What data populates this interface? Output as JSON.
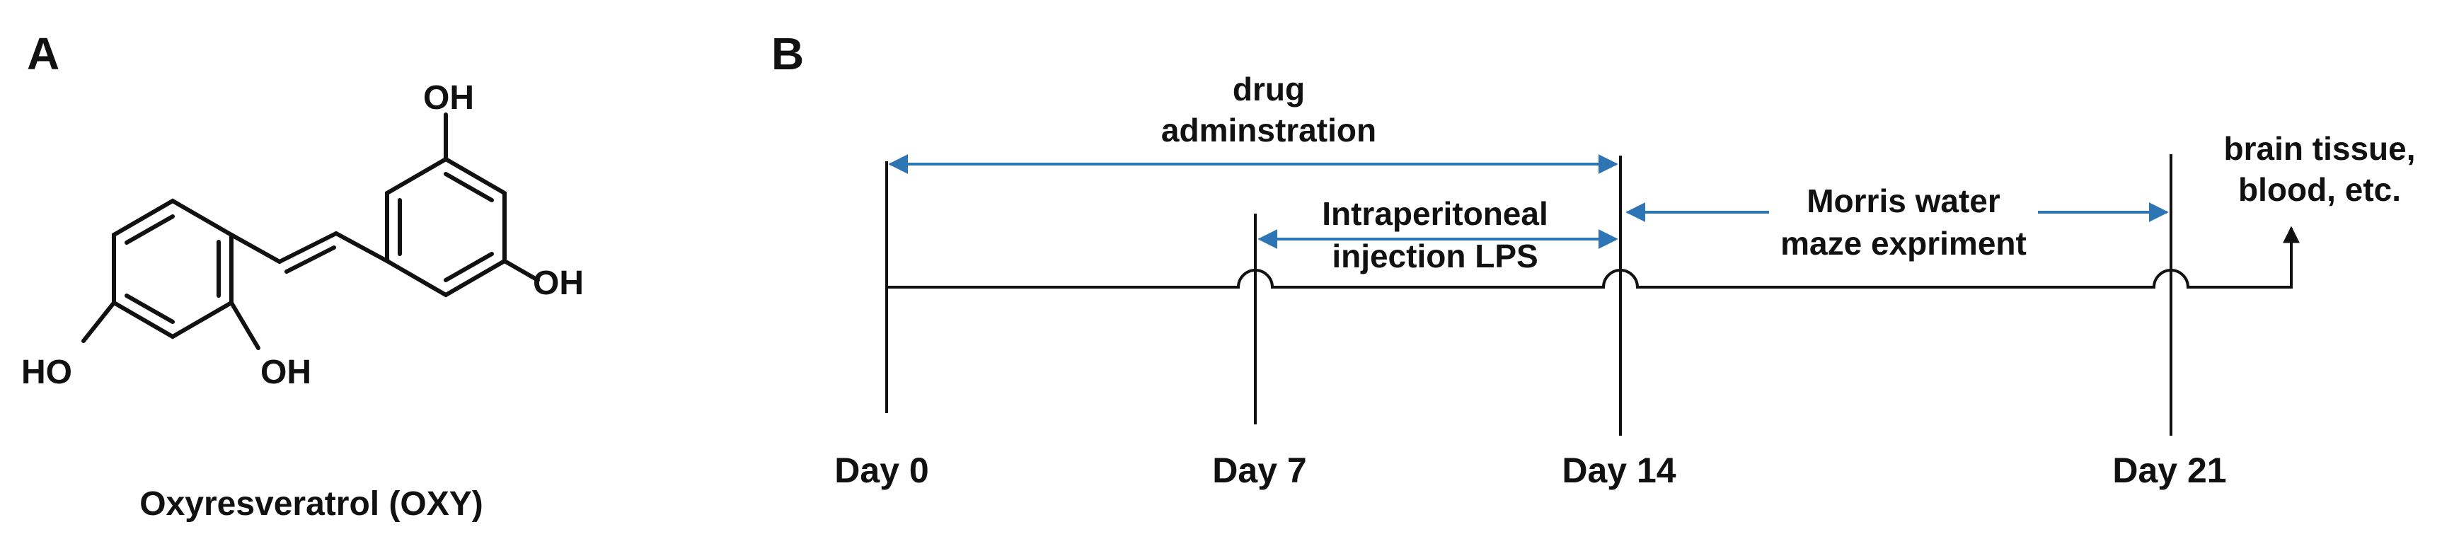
{
  "colors": {
    "ink": "#111111",
    "span_arrow": "#2e75b6"
  },
  "panel_a": {
    "label": "A",
    "atoms": {
      "oh_top": "OH",
      "oh_right": "OH",
      "ho_left": "HO",
      "oh_bottom": "OH"
    },
    "compound_name": "Oxyresveratrol (OXY)"
  },
  "panel_b": {
    "label": "B",
    "days": [
      "Day 0",
      "Day 7",
      "Day 14",
      "Day 21"
    ],
    "spans": {
      "drug": {
        "line1": "drug",
        "line2": "adminstration"
      },
      "lps": {
        "line1": "Intraperitoneal",
        "line2": "injection LPS"
      },
      "mwm": {
        "line1": "Morris water",
        "line2": "maze expriment"
      }
    },
    "endpoint": {
      "line1": "brain tissue,",
      "line2": "blood, etc."
    }
  }
}
